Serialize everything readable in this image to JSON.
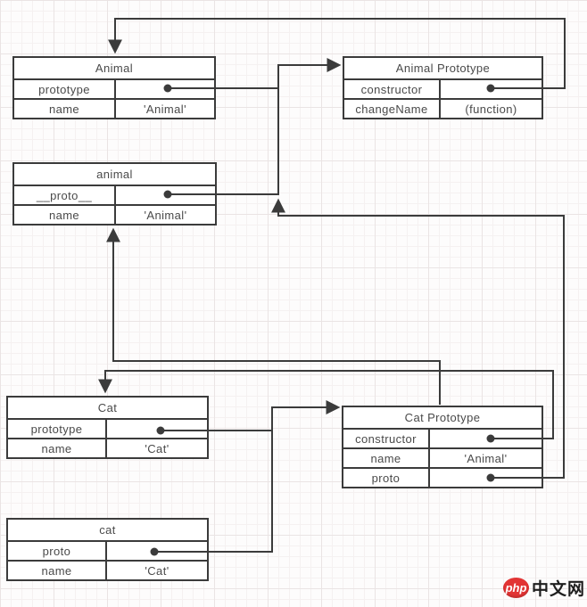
{
  "colors": {
    "line": "#3b3b3b",
    "text": "#4a4a4a",
    "grid_minor": "#f5f1f1",
    "grid_major": "#eae4e4",
    "logo_red": "#e23434",
    "logo_text": "#1e1e1e"
  },
  "nodes": [
    {
      "title": "Animal",
      "rows": [
        {
          "label": "prototype",
          "value": ""
        },
        {
          "label": "name",
          "value": "'Animal'"
        }
      ]
    },
    {
      "title": "Animal Prototype",
      "rows": [
        {
          "label": "constructor",
          "value": ""
        },
        {
          "label": "changeName",
          "value": "(function)"
        }
      ]
    },
    {
      "title": "animal",
      "rows": [
        {
          "label": "__proto__",
          "value": ""
        },
        {
          "label": "name",
          "value": "'Animal'"
        }
      ]
    },
    {
      "title": "Cat",
      "rows": [
        {
          "label": "prototype",
          "value": ""
        },
        {
          "label": "name",
          "value": "'Cat'"
        }
      ]
    },
    {
      "title": "Cat Prototype",
      "rows": [
        {
          "label": "constructor",
          "value": ""
        },
        {
          "label": "name",
          "value": "'Animal'"
        },
        {
          "label": "proto",
          "value": ""
        }
      ]
    },
    {
      "title": "cat",
      "rows": [
        {
          "label": "proto",
          "value": ""
        },
        {
          "label": "name",
          "value": "'Cat'"
        }
      ]
    }
  ],
  "edges": [
    {
      "from": "Animal.prototype",
      "to": "Animal Prototype"
    },
    {
      "from": "Animal Prototype.constructor",
      "to": "Animal"
    },
    {
      "from": "animal.__proto__",
      "to": "Animal Prototype"
    },
    {
      "from": "Cat.prototype",
      "to": "Cat Prototype"
    },
    {
      "from": "cat.proto",
      "to": "Cat Prototype"
    },
    {
      "from": "Cat Prototype.constructor",
      "to": "Cat"
    },
    {
      "from": "Cat Prototype.proto",
      "to": "Animal Prototype"
    },
    {
      "from": "Cat Prototype",
      "to": "animal"
    }
  ],
  "logo": {
    "brand": "php",
    "site": "中文网"
  }
}
